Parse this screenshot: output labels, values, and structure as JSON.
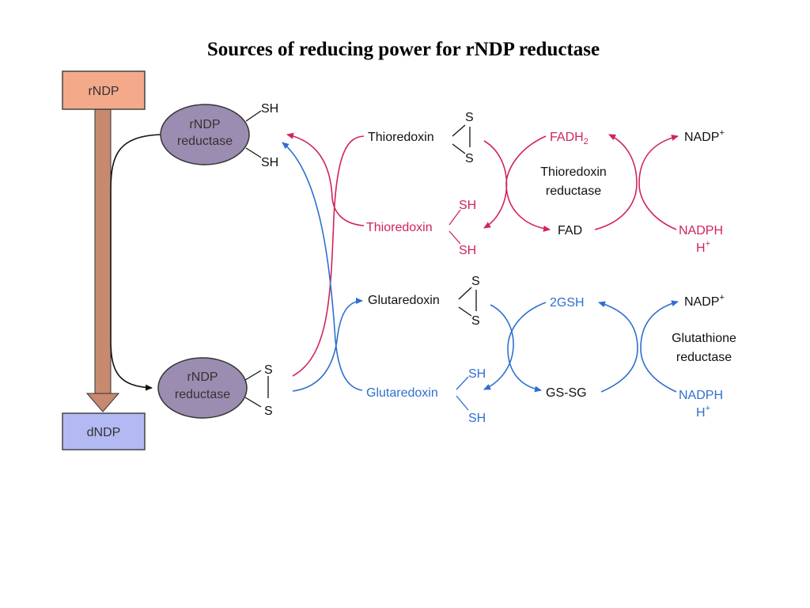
{
  "title": "Sources of reducing power for rNDP reductase",
  "substrate": {
    "label": "rNDP",
    "fill": "#f4a98a"
  },
  "product": {
    "label": "dNDP",
    "fill": "#b3b9f2"
  },
  "enzyme": {
    "line1": "rNDP",
    "line2": "reductase",
    "fill": "#9b8db1",
    "reduced_groups": [
      "SH",
      "SH"
    ],
    "oxidized_groups": [
      "S",
      "S"
    ]
  },
  "thioredoxin_pathway": {
    "color": "#d0245a",
    "oxidized": {
      "name": "Thioredoxin",
      "groups": [
        "S",
        "S"
      ]
    },
    "reduced": {
      "name": "Thioredoxin",
      "groups": [
        "SH",
        "SH"
      ]
    },
    "cofactor_reduced": {
      "base": "FADH",
      "sub": "2"
    },
    "cofactor_oxidized": "FAD",
    "enzyme_line1": "Thioredoxin",
    "enzyme_line2": "reductase",
    "nadp": {
      "base": "NADP",
      "sup": "+"
    },
    "nadph": "NADPH",
    "proton": {
      "base": "H",
      "sup": "+"
    }
  },
  "glutaredoxin_pathway": {
    "color": "#2f6fcf",
    "oxidized": {
      "name": "Glutaredoxin",
      "groups": [
        "S",
        "S"
      ]
    },
    "reduced": {
      "name": "Glutaredoxin",
      "groups": [
        "SH",
        "SH"
      ]
    },
    "gsh": "2GSH",
    "gssg": "GS-SG",
    "enzyme_line1": "Glutathione",
    "enzyme_line2": "reductase",
    "nadp": {
      "base": "NADP",
      "sup": "+"
    },
    "nadph": "NADPH",
    "proton": {
      "base": "H",
      "sup": "+"
    }
  },
  "colors": {
    "arrow_main": "#c78a6e",
    "black_line": "#111111"
  }
}
